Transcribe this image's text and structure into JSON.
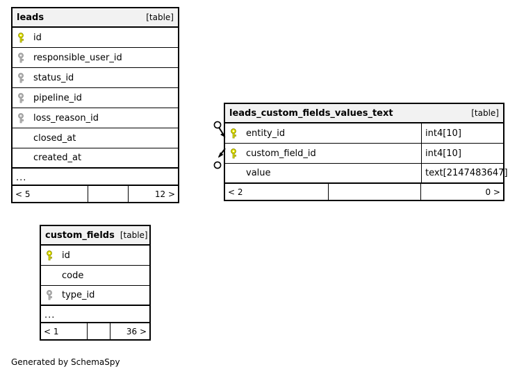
{
  "diagram": {
    "generator_caption": "Generated by SchemaSpy",
    "table_tag": "[table]",
    "ellipsis": "...",
    "colors": {
      "primary_key": "#e8e800",
      "foreign_key": "#b3b3b3",
      "header_background": "#f2f2f2",
      "border": "#000000",
      "background": "#ffffff"
    }
  },
  "entities": [
    {
      "name": "leads",
      "tag": "[table]",
      "columns": [
        {
          "key": "primary",
          "name": "id",
          "type": ""
        },
        {
          "key": "foreign",
          "name": "responsible_user_id",
          "type": ""
        },
        {
          "key": "foreign",
          "name": "status_id",
          "type": ""
        },
        {
          "key": "foreign",
          "name": "pipeline_id",
          "type": ""
        },
        {
          "key": "foreign",
          "name": "loss_reason_id",
          "type": ""
        },
        {
          "key": "none",
          "name": "closed_at",
          "type": ""
        },
        {
          "key": "none",
          "name": "created_at",
          "type": ""
        }
      ],
      "has_more": true,
      "footer": {
        "left": "< 5",
        "middle": "",
        "right": "12 >"
      }
    },
    {
      "name": "leads_custom_fields_values_text",
      "tag": "[table]",
      "columns": [
        {
          "key": "primary",
          "name": "entity_id",
          "type": "int4[10]"
        },
        {
          "key": "primary",
          "name": "custom_field_id",
          "type": "int4[10]"
        },
        {
          "key": "none",
          "name": "value",
          "type": "text[2147483647]"
        }
      ],
      "has_more": false,
      "footer": {
        "left": "< 2",
        "middle": "",
        "right": "0 >"
      }
    },
    {
      "name": "custom_fields",
      "tag": "[table]",
      "columns": [
        {
          "key": "primary",
          "name": "id",
          "type": ""
        },
        {
          "key": "none",
          "name": "code",
          "type": ""
        },
        {
          "key": "foreign",
          "name": "type_id",
          "type": ""
        }
      ],
      "has_more": true,
      "footer": {
        "left": "< 1",
        "middle": "",
        "right": "36 >"
      }
    }
  ],
  "relationships": [
    {
      "name": "entity-id-relationship",
      "target_column": "entity_id",
      "cardinality": "zero-or-more"
    },
    {
      "name": "custom-field-id-relationship",
      "target_column": "custom_field_id",
      "cardinality": "zero-or-more"
    }
  ]
}
